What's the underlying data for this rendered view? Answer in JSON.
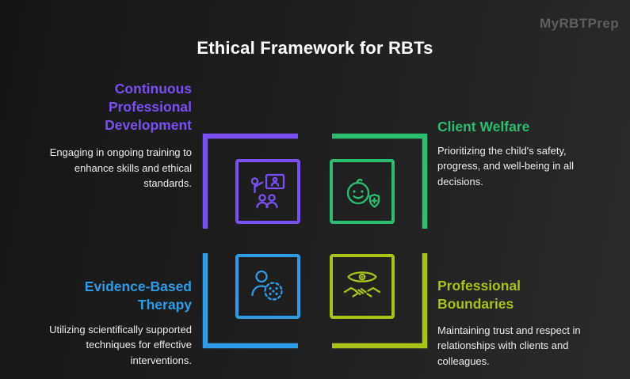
{
  "page": {
    "title": "Ethical Framework for RBTs",
    "watermark": "MyRBTPrep",
    "background_color": "#1e1e1e",
    "text_color": "#ededed"
  },
  "quadrants": [
    {
      "position": "top-left",
      "title": "Continuous Professional Development",
      "description": "Engaging in ongoing training to enhance skills and ethical standards.",
      "accent_color": "#7a4ff5",
      "icon": "training-presentation-icon"
    },
    {
      "position": "top-right",
      "title": "Client Welfare",
      "description": "Prioritizing the child's safety, progress, and well-being in all decisions.",
      "accent_color": "#2bbe6e",
      "icon": "child-shield-icon"
    },
    {
      "position": "bottom-left",
      "title": "Evidence-Based Therapy",
      "description": "Utilizing scientifically supported techniques for effective interventions.",
      "accent_color": "#2e9be6",
      "icon": "person-data-icon"
    },
    {
      "position": "bottom-right",
      "title": "Professional Boundaries",
      "description": "Maintaining trust and respect in relationships with clients and colleagues.",
      "accent_color": "#a9c217",
      "icon": "eye-handshake-icon"
    }
  ]
}
